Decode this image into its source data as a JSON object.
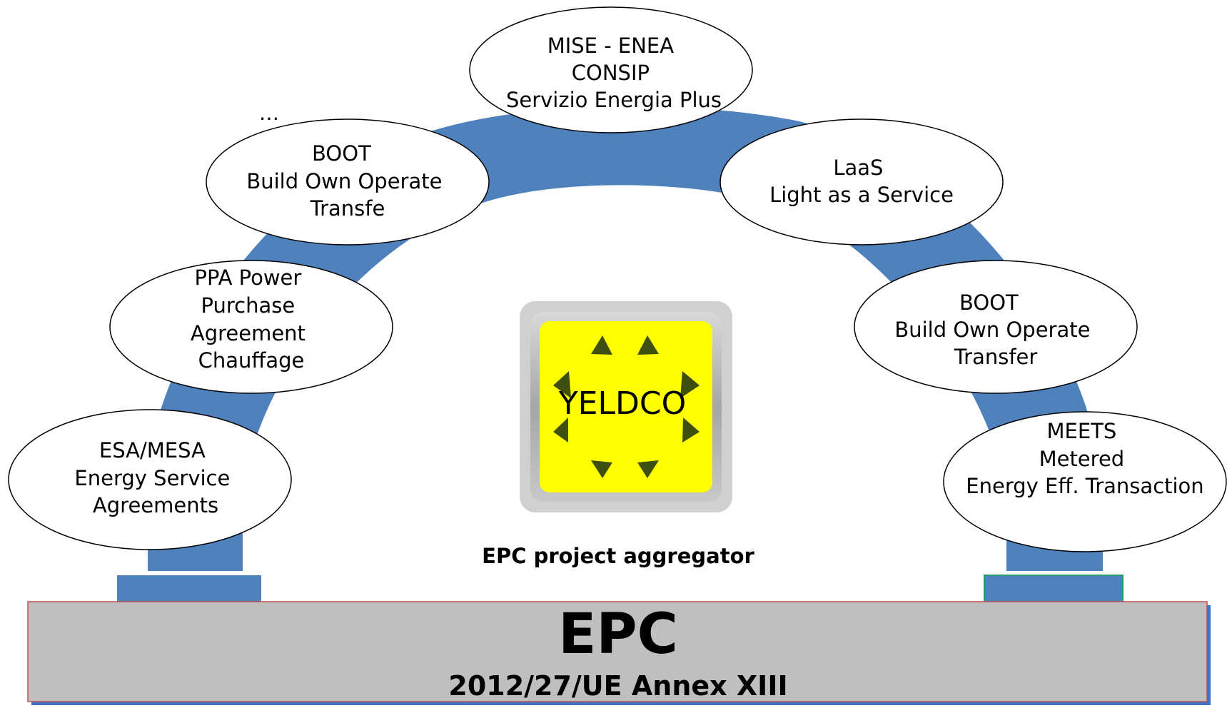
{
  "ellipses": {
    "mise": [
      "MISE - ENEA",
      "CONSIP",
      "Servizio Energia Plus"
    ],
    "boot_left": [
      "BOOT",
      "Build Own Operate",
      "Transfe"
    ],
    "laas": [
      "LaaS",
      "Light as a Service"
    ],
    "ppa": [
      "PPA Power",
      "Purchase",
      "Agreement",
      "Chauffage"
    ],
    "boot_right": [
      "BOOT",
      "Build Own Operate",
      "Transfer"
    ],
    "esa": [
      "ESA/MESA",
      "Energy Service",
      "Agreements"
    ],
    "meets": [
      "MEETS",
      "Metered",
      "Energy Eff. Transaction"
    ]
  },
  "ellipsis_mark": "…",
  "logo_text": "YELDCO",
  "aggregator_label": "EPC project aggregator",
  "base": {
    "title": "EPC",
    "subtitle": "2012/27/UE Annex  XIII"
  },
  "colors": {
    "arch": "#4f81bd",
    "base_fill": "#bfbfbf",
    "base_border": "#c0504d",
    "base_shadow": "#4472c4",
    "logo_yellow": "#ffff00",
    "logo_marks": "#3f4f10"
  }
}
